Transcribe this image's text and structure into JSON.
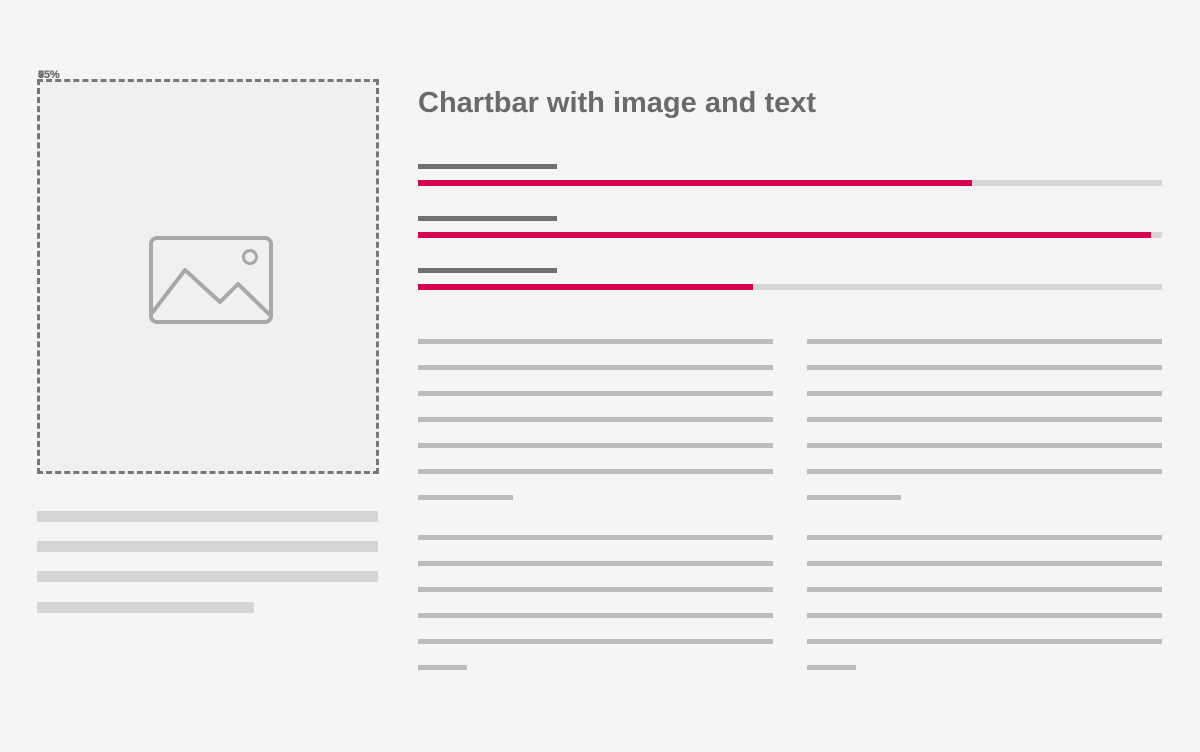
{
  "chartbar": {
    "title": "Chartbar with image and text",
    "overlap_labels": [
      "75%",
      "95%",
      "45%"
    ],
    "bars": [
      {
        "progress": 0.745
      },
      {
        "progress": 0.985
      },
      {
        "progress": 0.45
      }
    ],
    "colors": {
      "background": "#f5f5f5",
      "accent": "#d5024f",
      "track": "#d6d6d6",
      "label_bar": "#6f6f6f",
      "text_line": "#bcbcbc",
      "caption_line": "#d5d5d5",
      "placeholder_border": "#777777"
    }
  },
  "image_placeholder": {
    "icon": "image-icon"
  }
}
